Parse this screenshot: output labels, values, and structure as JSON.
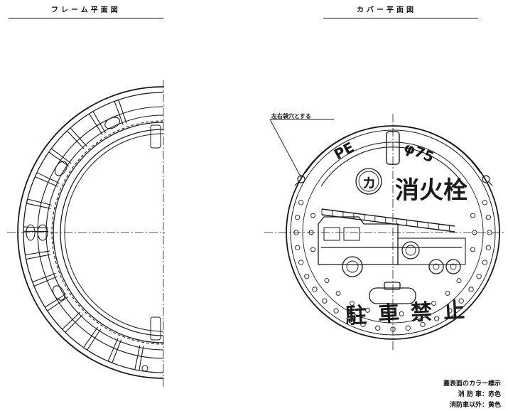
{
  "frame_view": {
    "title": "フレーム平面図"
  },
  "cover_view": {
    "title": "カバー平面図",
    "hole_note": "左右袋穴とする",
    "top_left_text": "PE",
    "top_right_text": "φ75",
    "emblem_text": "カ",
    "main_text": "消火栓",
    "bottom_text": "駐車禁止"
  },
  "legend": {
    "title": "蓋表面のカラー標示",
    "line1": "消 防 車：赤色",
    "line2": "消防車以外：黄色"
  }
}
